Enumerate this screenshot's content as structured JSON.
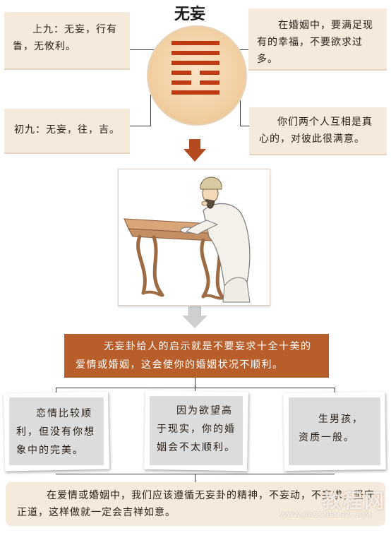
{
  "hexagram": {
    "name": "无妄",
    "lines": [
      "yang",
      "yang",
      "yang",
      "yin",
      "yin",
      "yang"
    ]
  },
  "top_left": {
    "text": "上九：无妄，行有眚，无攸利。"
  },
  "top_right": {
    "text": "在婚姻中，要满足现有的幸福，不要欲求过多。"
  },
  "mid_left": {
    "text": "初九：无妄，往，吉。"
  },
  "mid_right": {
    "text": "你们两个人互相是真心的，对彼此很满意。"
  },
  "banner": {
    "text": "无妄卦给人的启示就是不要妄求十全十美的爱情或婚姻，这会使你的婚姻状况不顺利。"
  },
  "cards": [
    {
      "text": "恋情比较顺利，但没有你想象中的完美。"
    },
    {
      "text": "因为欲望高于现实，你的婚姻会不太顺利。"
    },
    {
      "text": "生男孩，资质一般。"
    }
  ],
  "conclusion": {
    "text": "在爱情或婚姻中，我们应该遵循无妄卦的精神，不妄动，不妄求，坚守正道，这样做就一定会吉祥如意。"
  },
  "watermark": {
    "brand": "教程网",
    "url": "WWW.JIAOCHENGW.COM"
  },
  "colors": {
    "accent": "#b85e2b",
    "yang_line": "#bf3a12",
    "beige": "#f6eadc",
    "grey_card": "#dcdcdc"
  }
}
